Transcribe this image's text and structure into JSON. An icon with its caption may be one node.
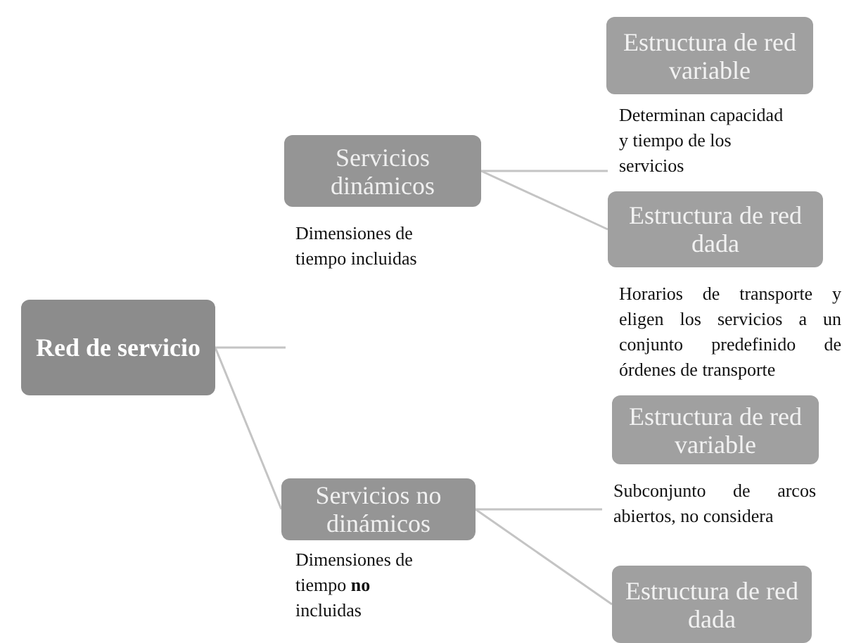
{
  "diagram": {
    "nodes": [
      {
        "text": [
          "Red de servicio"
        ]
      },
      {
        "text": [
          "Servicios dinámicos"
        ],
        "beside": [
          "Dimensiones de tiempo incluidas"
        ]
      },
      {
        "text": [
          "Estructura de red variable"
        ],
        "beside": [
          "Determinan capacidad y tiempo de los servicios"
        ]
      },
      {
        "text": [
          "Estructura de red dada"
        ],
        "beside": [
          "Horarios de transporte y eligen los servicios a un conjunto predefinido de órdenes de transporte"
        ]
      },
      {
        "text": [
          "Servicios no dinámicos"
        ],
        "beside": [
          "Dimensiones de tiempo **no** incluidas"
        ]
      },
      {
        "text": [
          "Estructura de red variable"
        ],
        "beside": [
          "Subconjunto de arcos abiertos, no considera"
        ]
      },
      {
        "text": [
          "Estructura de red dada"
        ]
      }
    ],
    "edges": [
      {
        "from": 0,
        "to": null,
        "arrow": "none"
      },
      {
        "from": 0,
        "to": 4,
        "arrow": "none"
      },
      {
        "from": 1,
        "to": 2,
        "arrow": "none"
      },
      {
        "from": 1,
        "to": 3,
        "arrow": "none"
      },
      {
        "from": 4,
        "to": 5,
        "arrow": "none"
      },
      {
        "from": 4,
        "to": 6,
        "arrow": "none"
      }
    ]
  }
}
